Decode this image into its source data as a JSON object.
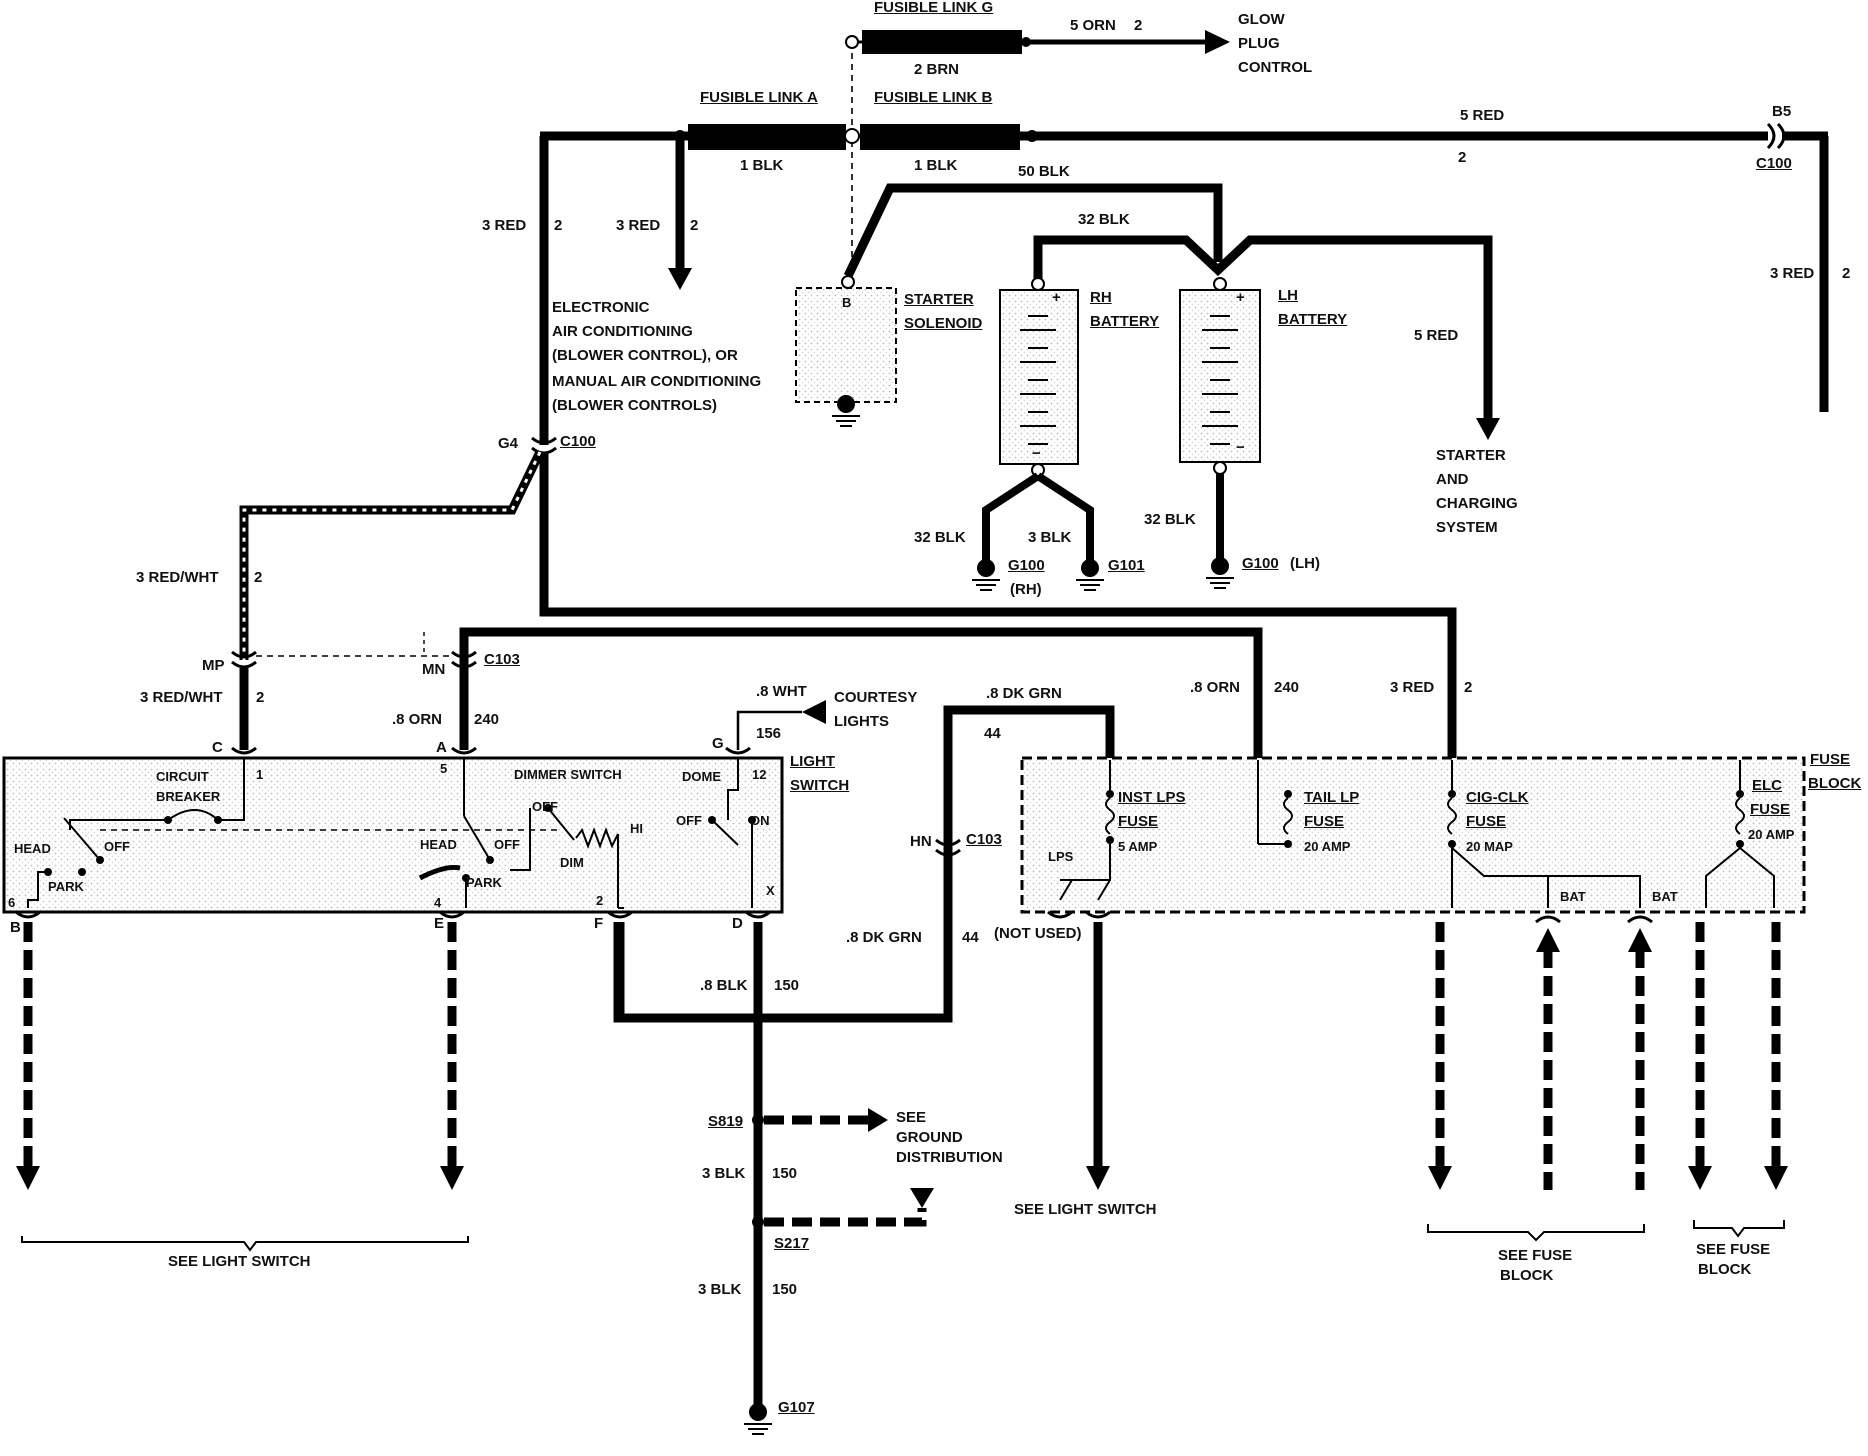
{
  "fusible_links": {
    "g": {
      "name": "FUSIBLE LINK G",
      "wire": "2 BRN"
    },
    "a": {
      "name": "FUSIBLE LINK A",
      "wire": "1 BLK"
    },
    "b": {
      "name": "FUSIBLE LINK B",
      "wire": "1 BLK"
    }
  },
  "glow_plug": {
    "wire": "5 ORN",
    "circuit": "2",
    "lines": [
      "GLOW",
      "PLUG",
      "CONTROL"
    ]
  },
  "top_right": {
    "wire": "5 RED",
    "circuit": "2",
    "pin": "B5",
    "connector": "C100",
    "down_wire": "3 RED",
    "down_circuit": "2"
  },
  "left_feed": {
    "wire": "3 RED",
    "circuit": "2",
    "g4": "G4",
    "c100": "C100"
  },
  "ac_feed": {
    "wire": "3 RED",
    "circuit": "2",
    "lines": [
      "ELECTRONIC",
      "AIR CONDITIONING",
      "(BLOWER CONTROL), OR",
      "MANUAL AIR CONDITIONING",
      "(BLOWER CONTROLS)"
    ]
  },
  "starter": {
    "wire": "50 BLK",
    "terminal": "B",
    "name_lines": [
      "STARTER",
      "SOLENOID"
    ]
  },
  "batteries": {
    "link_wire": "32 BLK",
    "rh_lines": [
      "RH",
      "BATTERY"
    ],
    "lh_lines": [
      "LH",
      "BATTERY"
    ],
    "plus": "+",
    "minus": "−",
    "rh_ground_wire_1": "32 BLK",
    "rh_ground_wire_2": "3 BLK",
    "g100_rh": "G100",
    "rh_suffix": "(RH)",
    "g101": "G101",
    "lh_ground_wire": "32 BLK",
    "g100_lh": "G100",
    "lh_suffix": "(LH)"
  },
  "starter_charging": {
    "wire": "5 RED",
    "lines": [
      "STARTER",
      "AND",
      "CHARGING",
      "SYSTEM"
    ]
  },
  "mid_wires": {
    "red_wht_1": "3 RED/WHT",
    "red_wht_1_circuit": "2",
    "mp": "MP",
    "mn": "MN",
    "c103_top": "C103",
    "red_wht_2": "3 RED/WHT",
    "red_wht_2_circuit": "2",
    "orn_1": ".8 ORN",
    "orn_1_circuit": "240",
    "orn_2": ".8 ORN",
    "orn_2_circuit": "240",
    "red_3": "3 RED",
    "red_3_circuit": "2",
    "dk_grn_1": ".8 DK GRN",
    "dk_grn_1_circuit": "44",
    "hn": "HN",
    "c103_mid": "C103",
    "dk_grn_2": ".8 DK GRN",
    "dk_grn_2_circuit": "44"
  },
  "courtesy": {
    "wire": ".8 WHT",
    "circuit": "156",
    "lines": [
      "COURTESY",
      "LIGHTS"
    ]
  },
  "light_switch": {
    "title_lines": [
      "LIGHT",
      "SWITCH"
    ],
    "pin_c": "C",
    "pin_a": "A",
    "pin_g": "G",
    "pin_b": "B",
    "pin_e": "E",
    "pin_f": "F",
    "pin_d": "D",
    "num_1": "1",
    "num_5": "5",
    "num_12": "12",
    "num_6": "6",
    "num_4": "4",
    "num_2": "2",
    "num_x": "X",
    "circuit_breaker_lines": [
      "CIRCUIT",
      "BREAKER"
    ],
    "dimmer": "DIMMER SWITCH",
    "dome": "DOME",
    "head_left": "HEAD",
    "off_left": "OFF",
    "park_left": "PARK",
    "head_mid": "HEAD",
    "off_mid": "OFF",
    "park_mid": "PARK",
    "dim_off": "OFF",
    "hi": "HI",
    "dim": "DIM",
    "dome_off": "OFF",
    "dome_on": "ON"
  },
  "fuse_block": {
    "title_lines": [
      "FUSE",
      "BLOCK"
    ],
    "inst_lines": [
      "INST LPS",
      "FUSE"
    ],
    "inst_amp": "5 AMP",
    "lps": "LPS",
    "tail_lines": [
      "TAIL LP",
      "FUSE"
    ],
    "tail_amp": "20 AMP",
    "cig_lines": [
      "CIG-CLK",
      "FUSE"
    ],
    "cig_amp": "20 MAP",
    "elc_lines": [
      "ELC",
      "FUSE"
    ],
    "elc_amp": "20 AMP",
    "bat_1": "BAT",
    "bat_2": "BAT",
    "not_used": "(NOT USED)"
  },
  "ground_path": {
    "wire_1": ".8 BLK",
    "circuit_1": "150",
    "s819": "S819",
    "see_ground_lines": [
      "SEE",
      "GROUND",
      "DISTRIBUTION"
    ],
    "wire_2": "3 BLK",
    "circuit_2": "150",
    "s217": "S217",
    "wire_3": "3 BLK",
    "circuit_3": "150",
    "g107": "G107"
  },
  "footer": {
    "see_light_switch_1": "SEE LIGHT SWITCH",
    "see_light_switch_2": "SEE LIGHT SWITCH",
    "see_fuse_block_1_lines": [
      "SEE FUSE",
      "BLOCK"
    ],
    "see_fuse_block_2_lines": [
      "SEE FUSE",
      "BLOCK"
    ]
  }
}
